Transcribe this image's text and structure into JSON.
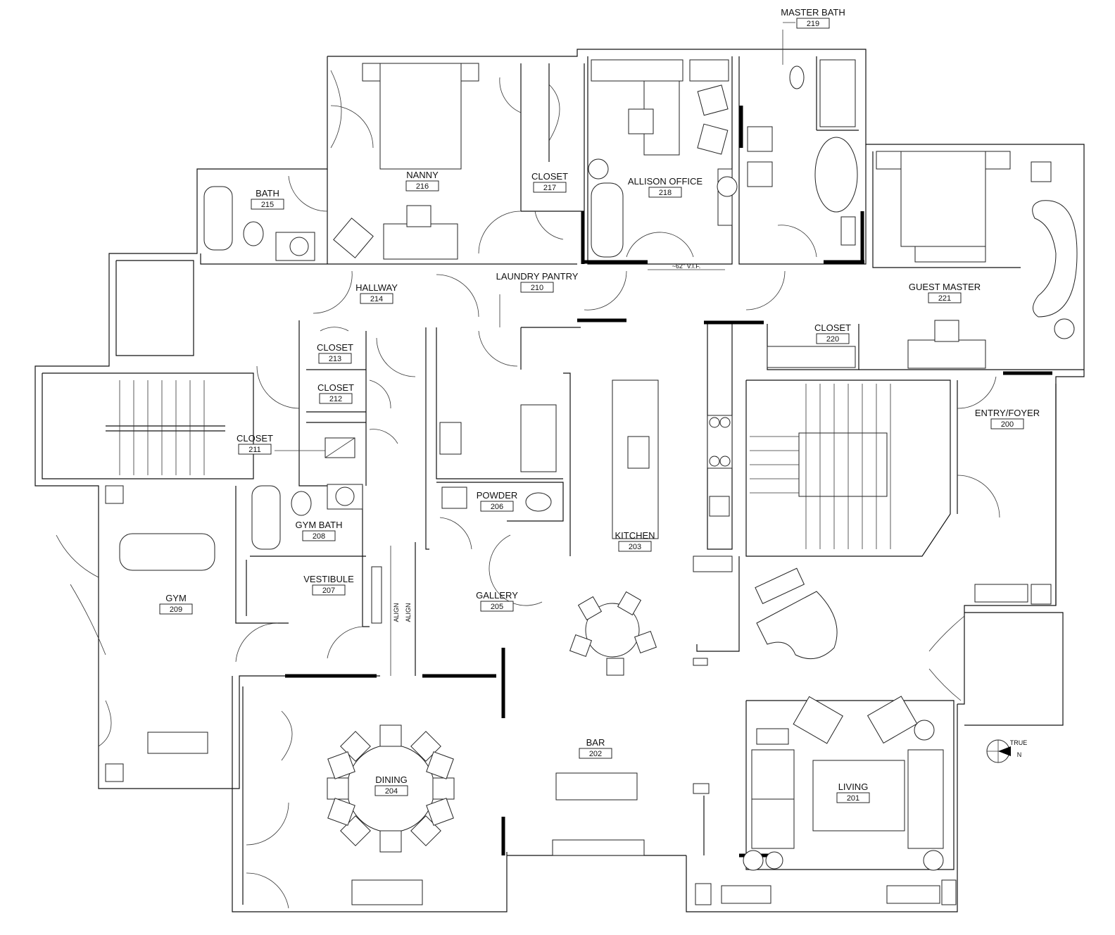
{
  "rooms": [
    {
      "name": "MASTER BATH",
      "number": "219"
    },
    {
      "name": "NANNY",
      "number": "216"
    },
    {
      "name": "CLOSET",
      "number": "217"
    },
    {
      "name": "ALLISON OFFICE",
      "number": "218"
    },
    {
      "name": "BATH",
      "number": "215"
    },
    {
      "name": "HALLWAY",
      "number": "214"
    },
    {
      "name": "LAUNDRY PANTRY",
      "number": "210"
    },
    {
      "name": "GUEST MASTER",
      "number": "221"
    },
    {
      "name": "CLOSET",
      "number": "213"
    },
    {
      "name": "CLOSET",
      "number": "212"
    },
    {
      "name": "CLOSET",
      "number": "220"
    },
    {
      "name": "CLOSET",
      "number": "211"
    },
    {
      "name": "ENTRY/FOYER",
      "number": "200"
    },
    {
      "name": "POWDER",
      "number": "206"
    },
    {
      "name": "GYM BATH",
      "number": "208"
    },
    {
      "name": "KITCHEN",
      "number": "203"
    },
    {
      "name": "VESTIBULE",
      "number": "207"
    },
    {
      "name": "GALLERY",
      "number": "205"
    },
    {
      "name": "GYM",
      "number": "209"
    },
    {
      "name": "BAR",
      "number": "202"
    },
    {
      "name": "LIVING",
      "number": "201"
    },
    {
      "name": "DINING",
      "number": "204"
    }
  ],
  "annotations": {
    "dimension": "~62\" V.I.F.",
    "align_1": "ALIGN",
    "align_2": "ALIGN",
    "compass_true": "TRUE",
    "compass_north": "N"
  }
}
